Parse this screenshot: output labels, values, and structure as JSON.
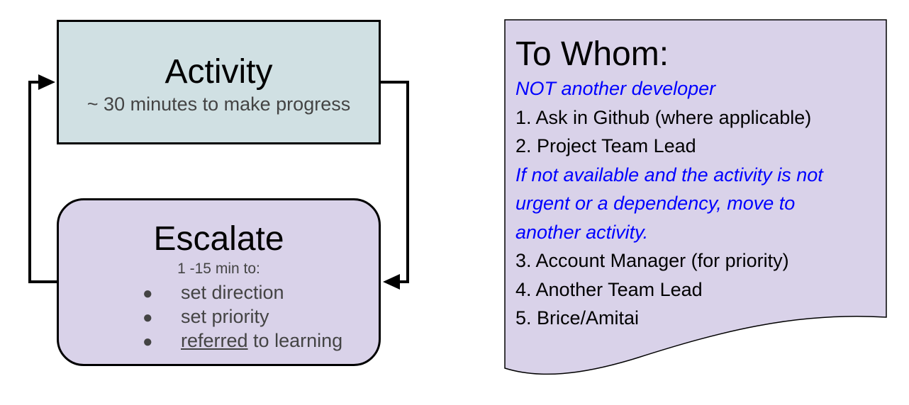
{
  "activity": {
    "title": "Activity",
    "subtitle": "~ 30 minutes to make progress"
  },
  "escalate": {
    "title": "Escalate",
    "subtitle": "1 -15 min to:",
    "items": [
      {
        "bullet": "●",
        "text": "set direction"
      },
      {
        "bullet": "●",
        "text": "set priority"
      },
      {
        "bullet": "●",
        "text_underlined": "referred",
        "text_rest": " to learning"
      }
    ]
  },
  "to_whom": {
    "title": "To Whom:",
    "lines": [
      "NOT another developer",
      "1. Ask in Github (where applicable)",
      "2. Project Team Lead",
      "If not available and the activity is not",
      "urgent or a dependency, move to",
      "another activity.",
      "3. Account Manager (for priority)",
      "4. Another Team Lead",
      "5. Brice/Amitai"
    ]
  },
  "colors": {
    "activity_fill": "#d0e0e3",
    "escalate_fill": "#d9d2e9",
    "document_fill": "#d9d2e9",
    "note_text": "#0000ff",
    "outline": "#000000"
  }
}
